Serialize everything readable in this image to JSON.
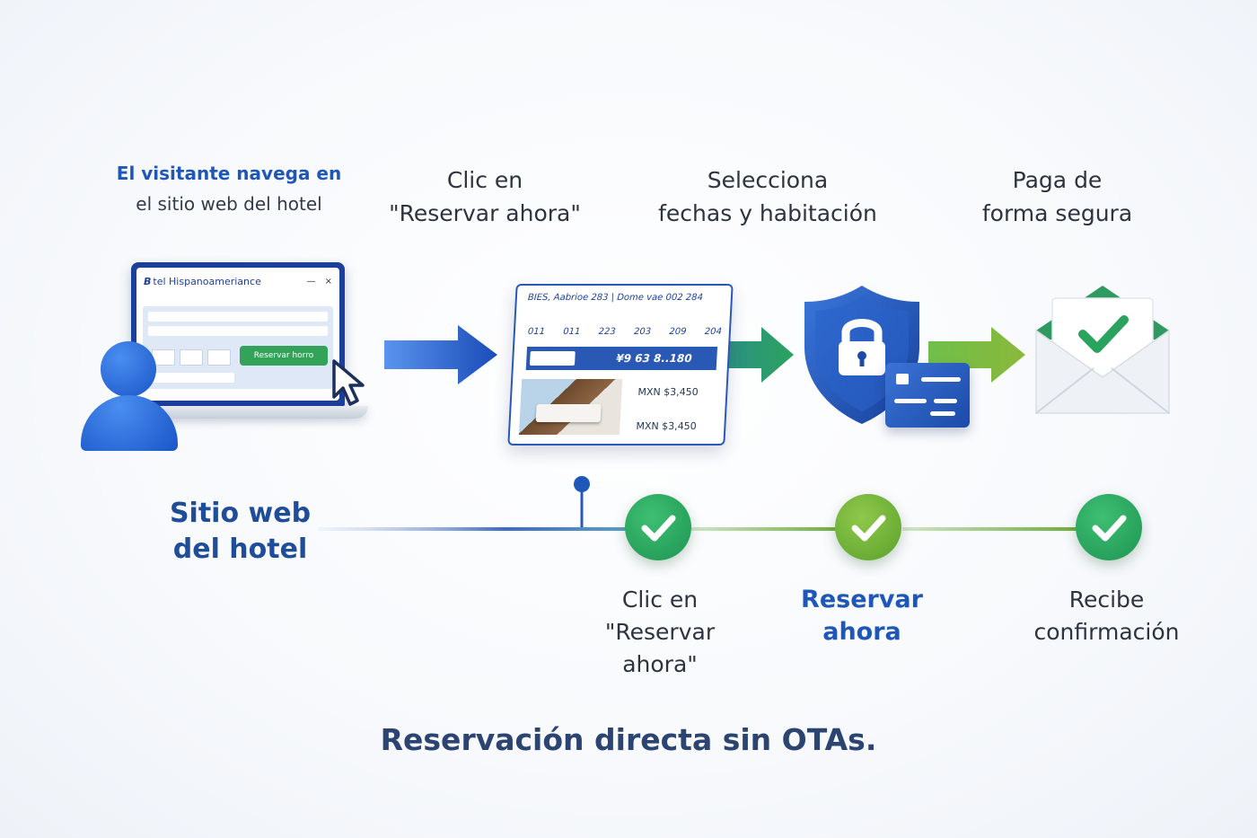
{
  "steps": [
    {
      "lines": [
        "El visitante navega en",
        "el sitio web del hotel"
      ]
    },
    {
      "lines": [
        "Clic en",
        "\"Reservar ahora\""
      ]
    },
    {
      "lines": [
        "Selecciona",
        "fechas y habitación"
      ]
    },
    {
      "lines": [
        "Paga de",
        "forma segura"
      ]
    }
  ],
  "laptop": {
    "logo": "B",
    "title": "tel Hispanoameriance",
    "minimize": "—",
    "close": "×",
    "button_label": "Reservar horro"
  },
  "booking": {
    "header": "BIES, Aabrioe 283  |  Dome vae 002 284",
    "dates": [
      "011",
      "011",
      "223",
      "203",
      "209",
      "204"
    ],
    "price_bar": "¥9 63 8..180",
    "prices": [
      "MXN $3,450",
      "MXN $3,450"
    ]
  },
  "timeline": {
    "start_label": [
      "Sitio web",
      "del hotel"
    ],
    "milestones": [
      {
        "lines": [
          "Clic en",
          "\"Reservar",
          "ahora\""
        ]
      },
      {
        "lines": [
          "Reservar",
          "ahora"
        ]
      },
      {
        "lines": [
          "Recibe",
          "confirmación"
        ]
      }
    ]
  },
  "footer": "Reservación directa sin OTAs.",
  "colors": {
    "blue": "#1f57b8",
    "green": "#2aa35f",
    "lime": "#7cbf3c",
    "navy": "#2c4472"
  },
  "icons": [
    "person-icon",
    "laptop-icon",
    "cursor-icon",
    "arrow-icon",
    "lock-icon",
    "shield-icon",
    "credit-card-icon",
    "envelope-icon",
    "check-icon"
  ]
}
